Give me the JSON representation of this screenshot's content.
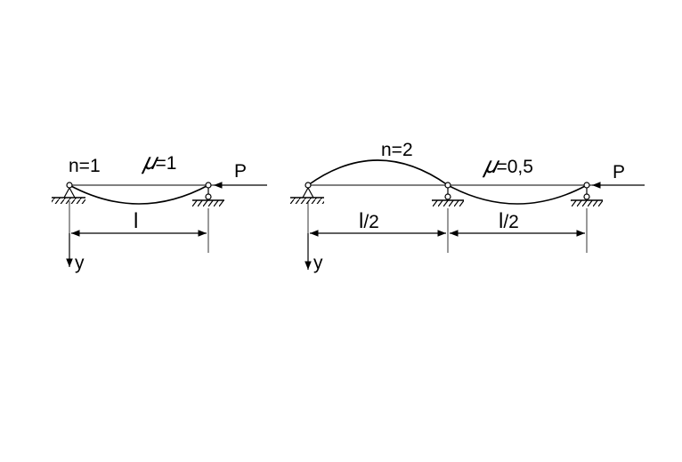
{
  "diagram_left": {
    "mode_label": "n=1",
    "mu_symbol": "𝜇",
    "mu_value": "=1",
    "force_label": "P",
    "span_label": "l",
    "axis_label": "y"
  },
  "diagram_right": {
    "mode_label": "n=2",
    "mu_symbol": "𝜇",
    "mu_value": "=0,5",
    "force_label": "P",
    "span_left_main": "l",
    "span_left_sub": "/2",
    "span_right_main": "l",
    "span_right_sub": "/2",
    "axis_label": "y"
  },
  "colors": {
    "stroke": "#000000",
    "background": "#ffffff"
  }
}
